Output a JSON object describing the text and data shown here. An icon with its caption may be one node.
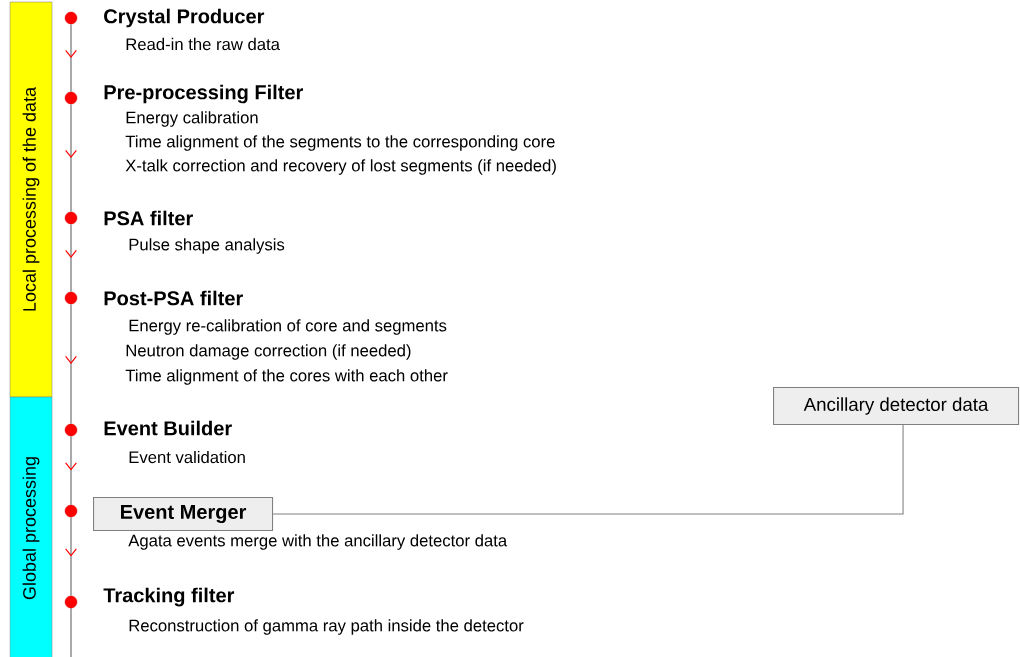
{
  "diagram": {
    "nodes": [
      {
        "text": [
          "Local processing of the data"
        ]
      },
      {
        "text": [
          "Global processing"
        ]
      },
      {
        "text": [],
        "shape": "circle",
        "beside": [
          "Crystal Producer",
          "Read-in the raw data"
        ]
      },
      {
        "text": [],
        "shape": "circle",
        "beside": [
          "Pre-processing Filter",
          "Energy calibration",
          "Time alignment of the segments to the corresponding core",
          "X-talk correction and recovery of lost segments (if needed)"
        ]
      },
      {
        "text": [],
        "shape": "circle",
        "beside": [
          "PSA filter",
          "Pulse shape analysis"
        ]
      },
      {
        "text": [],
        "shape": "circle",
        "beside": [
          "Post-PSA filter",
          "Energy re-calibration of core and segments",
          "Neutron damage correction (if needed)",
          "Time alignment of the cores with each other"
        ]
      },
      {
        "text": [
          "Ancillary detector data"
        ]
      },
      {
        "text": [],
        "shape": "circle",
        "beside": [
          "Event Builder",
          "Event validation"
        ]
      },
      {
        "text": [],
        "shape": "circle"
      },
      {
        "text": [
          "Event Merger"
        ],
        "beside": [
          "Agata events merge with the ancillary detector data"
        ]
      },
      {
        "text": [],
        "shape": "circle",
        "beside": [
          "Tracking filter",
          "Reconstruction of gamma ray path inside the detector"
        ]
      }
    ],
    "edges": [
      {
        "from": 2,
        "to": 3,
        "arrow": "to"
      },
      {
        "from": 3,
        "to": 4,
        "arrow": "to"
      },
      {
        "from": 4,
        "to": 5,
        "arrow": "to"
      },
      {
        "from": 5,
        "to": 7,
        "arrow": "to"
      },
      {
        "from": 7,
        "to": 8,
        "arrow": "to"
      },
      {
        "from": 8,
        "to": 10,
        "arrow": "to"
      },
      {
        "from": 6,
        "to": 9,
        "arrow": "none"
      }
    ]
  }
}
